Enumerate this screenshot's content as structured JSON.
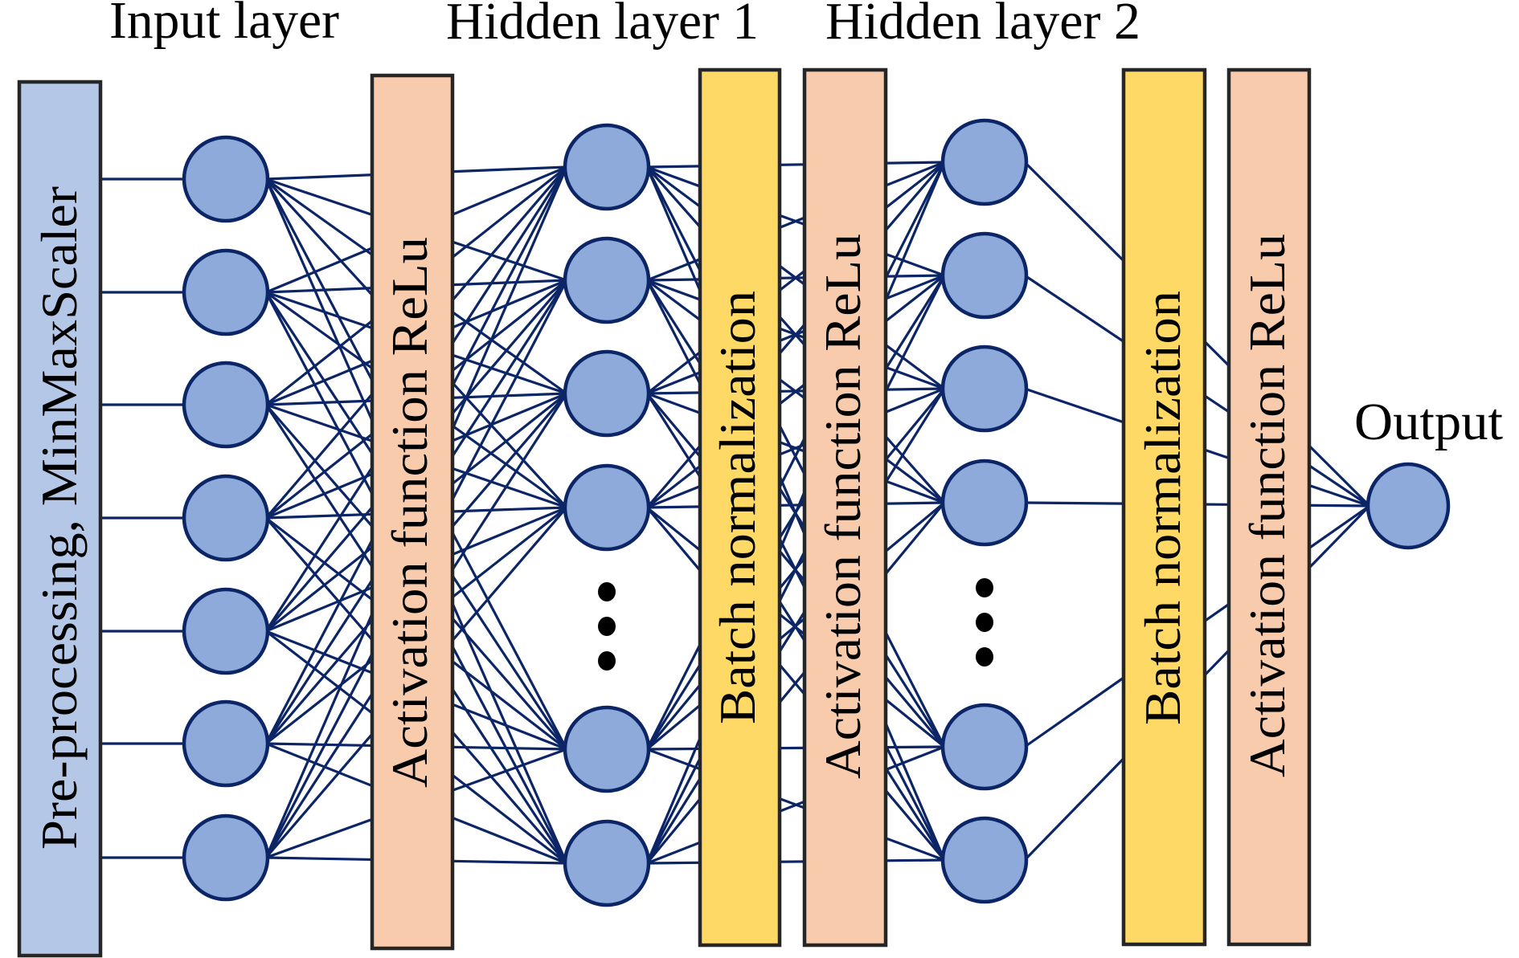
{
  "colors": {
    "edge": "#0c2566",
    "node_fill": "#8eaadb",
    "node_stroke": "#0c2566",
    "box_stroke": "#262626",
    "preprocessing_fill": "#b4c7e7",
    "activation_fill": "#f8cbad",
    "batchnorm_fill": "#ffd966",
    "ellipsis": "#000000"
  },
  "titles": {
    "input_layer": "Input layer",
    "hidden_layer_1": "Hidden layer 1",
    "hidden_layer_2": "Hidden layer 2",
    "output": "Output"
  },
  "boxes": {
    "preprocessing": {
      "label": "Pre-processing, MinMaxScaler",
      "kind": "preprocessing"
    },
    "activation_1": {
      "label": "Activation function ReLu",
      "kind": "activation"
    },
    "batchnorm_1": {
      "label": "Batch normalization",
      "kind": "batchnorm"
    },
    "activation_2": {
      "label": "Activation function ReLu",
      "kind": "activation"
    },
    "batchnorm_2": {
      "label": "Batch normalization",
      "kind": "batchnorm"
    },
    "activation_3": {
      "label": "Activation function ReLu",
      "kind": "activation"
    }
  },
  "layers": {
    "input": {
      "visible_nodes": 7,
      "ellipsis": false
    },
    "hidden_1": {
      "visible_nodes": 6,
      "ellipsis": true,
      "ellipsis_after_node": 4
    },
    "hidden_2": {
      "visible_nodes": 6,
      "ellipsis": true,
      "ellipsis_after_node": 4
    },
    "output": {
      "visible_nodes": 1,
      "ellipsis": false
    }
  },
  "connections": [
    {
      "from": "preprocessing",
      "to": "input",
      "pattern": "one-to-one"
    },
    {
      "from": "input",
      "to": "hidden_1",
      "pattern": "fully-connected"
    },
    {
      "from": "hidden_1",
      "to": "hidden_2",
      "pattern": "fully-connected"
    },
    {
      "from": "hidden_2",
      "to": "output",
      "pattern": "fully-connected"
    }
  ]
}
